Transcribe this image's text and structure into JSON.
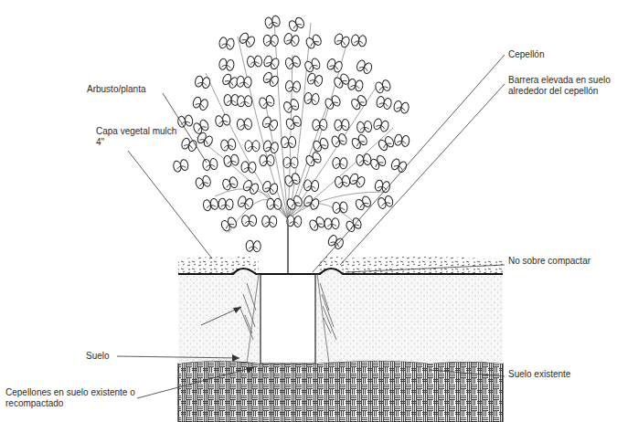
{
  "diagram": {
    "labels": [
      "Arbusto/planta",
      "Capa vegetal mulch 4\"",
      "Suelo",
      "Cepellones en suelo existente o recompactado",
      "Cepellón",
      "Barrera elevada en suelo alrededor del cepellón",
      "No sobre compactar",
      "Suelo existente"
    ]
  }
}
